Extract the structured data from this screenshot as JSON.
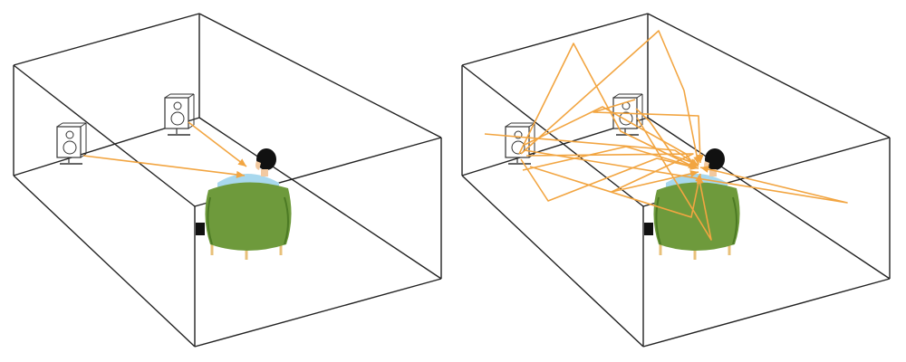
{
  "colors": {
    "background": "#ffffff",
    "room_edges": "#222222",
    "sound_ray": "#F2A541",
    "chair": "#6E9A3C",
    "chair_dark": "#4C7A24",
    "shirt": "#A8D8EE",
    "hair": "#111111",
    "skin": "#F2C9A0",
    "chair_legs": "#E8C07A",
    "speaker_body": "#ffffff",
    "speaker_outline": "#333333"
  },
  "panels": [
    {
      "id": "direct-sound",
      "ray_style": "direct"
    },
    {
      "id": "reflected-sound",
      "ray_style": "reflections"
    }
  ]
}
